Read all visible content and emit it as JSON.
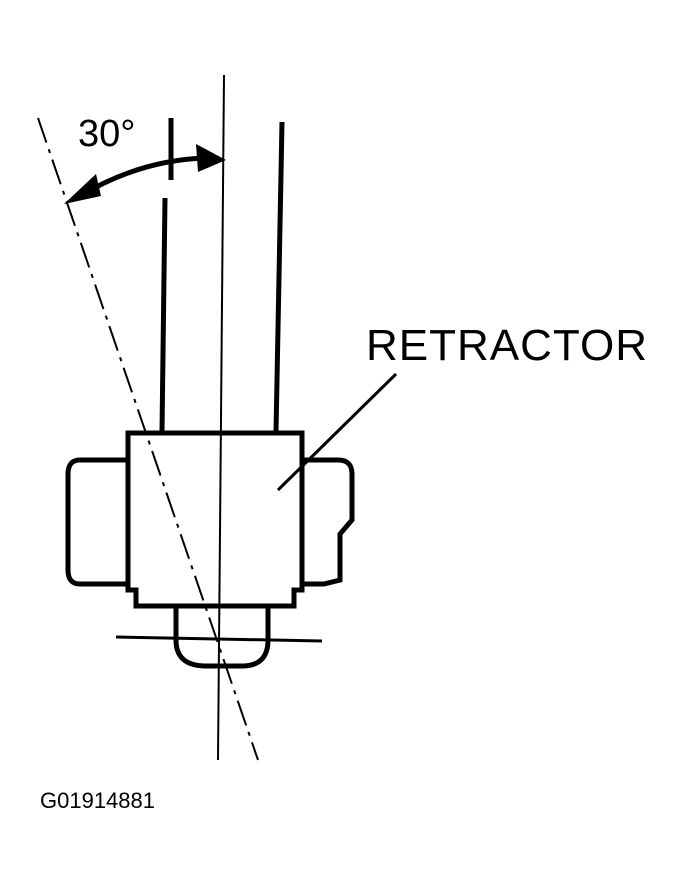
{
  "diagram": {
    "angle_label": "30°",
    "part_label": "RETRACTOR",
    "figure_code": "G01914881"
  }
}
